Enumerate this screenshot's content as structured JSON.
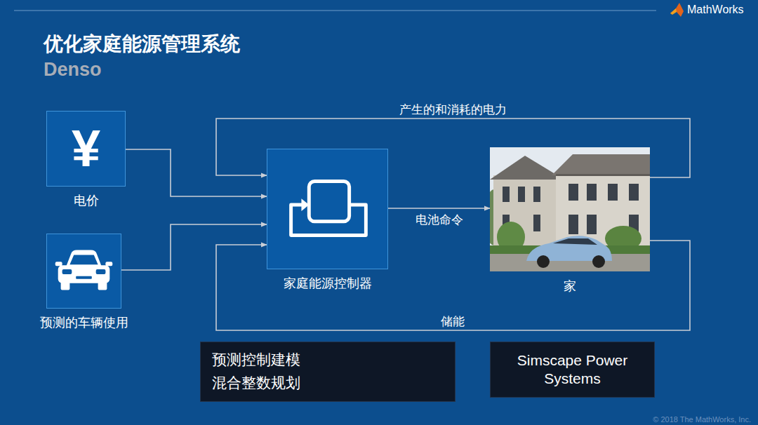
{
  "diagram": {
    "title": "优化家庭能源管理系统",
    "nodes": [
      {
        "text": [
          "¥",
          "电价"
        ]
      },
      {
        "text": [
          "预测的车辆使用"
        ]
      },
      {
        "text": [
          "家庭能源控制器"
        ]
      },
      {
        "text": [
          "家"
        ]
      },
      {
        "text": [
          "预测控制建模",
          "混合整数规划"
        ]
      },
      {
        "text": [
          "Simscape Power Systems"
        ]
      }
    ],
    "edges": [
      {
        "from": 0,
        "to": 2,
        "arrow": "to"
      },
      {
        "from": 1,
        "to": 2,
        "arrow": "to"
      },
      {
        "from": 2,
        "to": 3,
        "label": "电池命令",
        "arrow": "to"
      },
      {
        "from": 3,
        "to": 2,
        "label": "产生的和消耗的电力",
        "arrow": "to"
      },
      {
        "from": 3,
        "to": 2,
        "label": "储能",
        "arrow": "to"
      }
    ],
    "labels": [
      "Denso",
      "MathWorks",
      "© 2018 The MathWorks, Inc."
    ]
  }
}
